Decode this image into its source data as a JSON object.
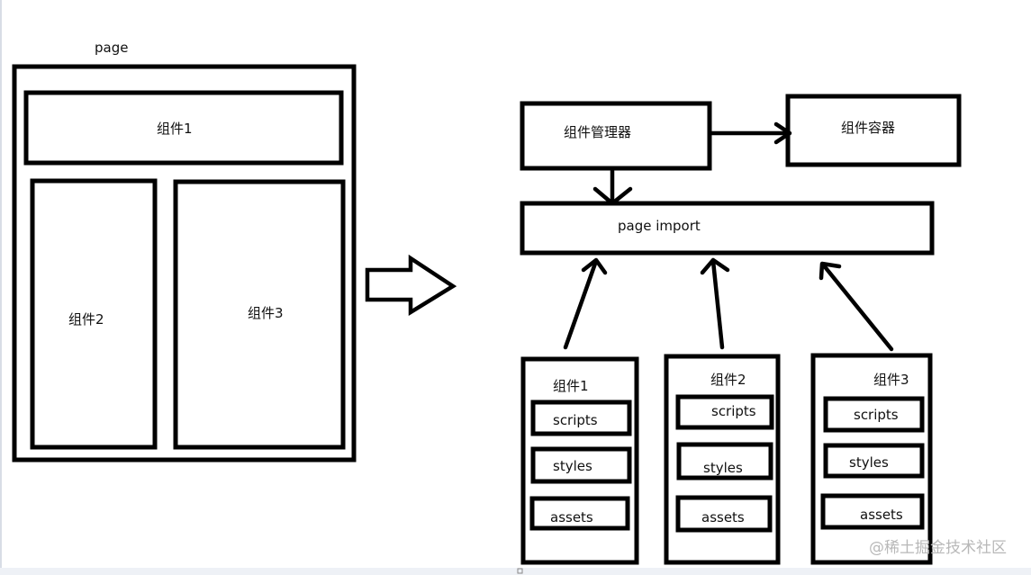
{
  "page_label": "page",
  "page_components": {
    "c1": "组件1",
    "c2": "组件2",
    "c3": "组件3"
  },
  "manager": "组件管理器",
  "container": "组件容器",
  "page_import": "page import",
  "modules": [
    {
      "title": "组件1",
      "scripts": "scripts",
      "styles": "styles",
      "assets": "assets"
    },
    {
      "title": "组件2",
      "scripts": "scripts",
      "styles": "styles",
      "assets": "assets"
    },
    {
      "title": "组件3",
      "scripts": "scripts",
      "styles": "styles",
      "assets": "assets"
    }
  ],
  "watermark": "@稀土掘金技术社区"
}
